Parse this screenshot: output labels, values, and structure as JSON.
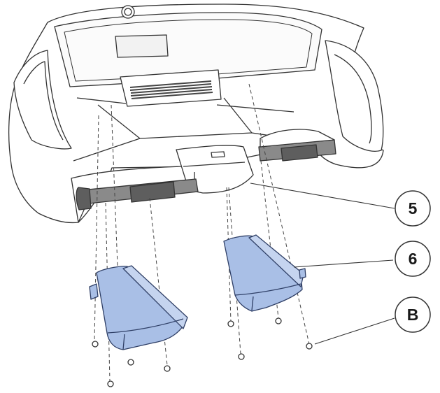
{
  "callouts": [
    {
      "id": "5",
      "label": "5",
      "target": "console-bottom-cover"
    },
    {
      "id": "6",
      "label": "6",
      "target": "accessory-tray"
    },
    {
      "id": "B",
      "label": "B",
      "target": "screw"
    }
  ],
  "colors": {
    "line": "#333333",
    "console_fill": "#ffffff",
    "bar_fill": "#8a8a8a",
    "grip_fill": "#5e5e5e",
    "tray_fill": "#a9bfe6",
    "tray_stroke": "#2f3f66",
    "callout_stroke": "#333333"
  }
}
